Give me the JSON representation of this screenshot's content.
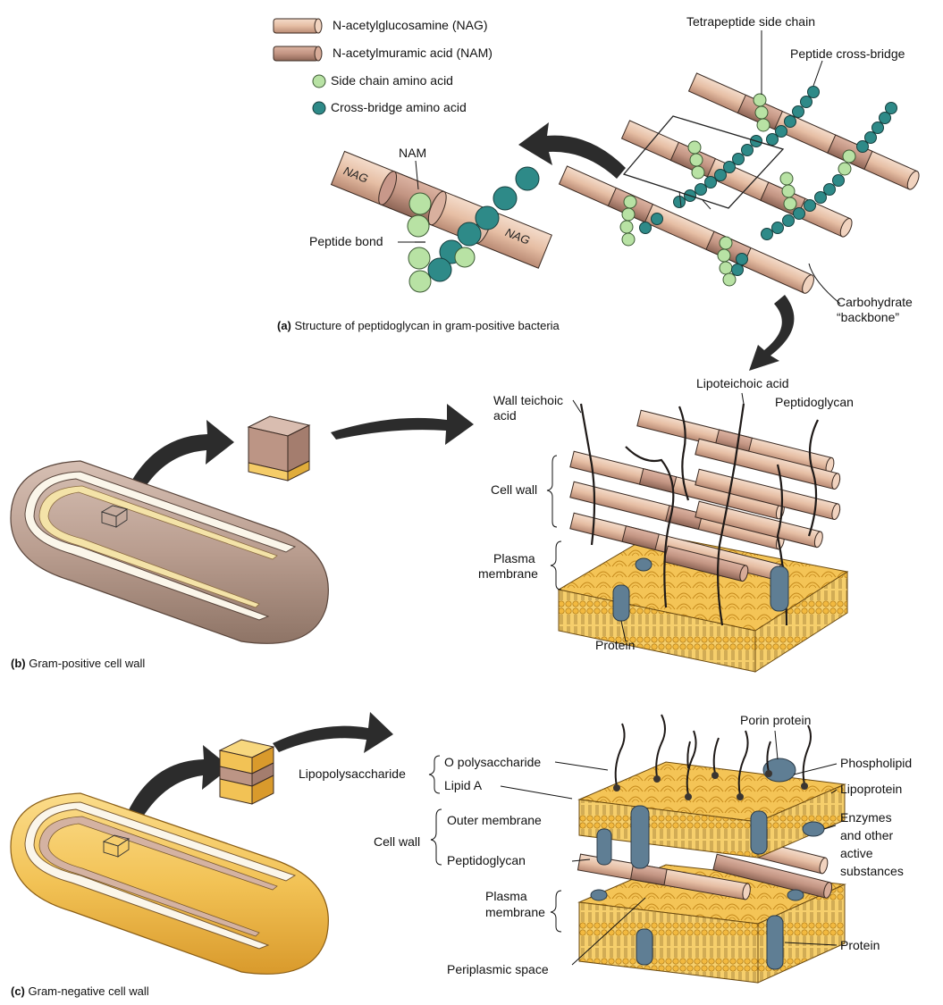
{
  "legend": {
    "nag": "N-acetylglucosamine (NAG)",
    "nam": "N-acetylmuramic acid (NAM)",
    "side_chain": "Side chain amino acid",
    "cross_bridge": "Cross-bridge amino acid"
  },
  "panel_a": {
    "tetrapeptide": "Tetrapeptide side chain",
    "cross_bridge": "Peptide cross-bridge",
    "nam": "NAM",
    "nag_left": "NAG",
    "nag_right": "NAG",
    "peptide_bond": "Peptide bond",
    "backbone_line1": "Carbohydrate",
    "backbone_line2": "“backbone”",
    "caption_letter": "(a)",
    "caption_text": "Structure of peptidoglycan in gram-positive bacteria"
  },
  "panel_b": {
    "lipoteichoic": "Lipoteichoic acid",
    "wall_teichoic_1": "Wall teichoic",
    "wall_teichoic_2": "acid",
    "peptidoglycan": "Peptidoglycan",
    "cell_wall": "Cell wall",
    "plasma_1": "Plasma",
    "plasma_2": "membrane",
    "protein": "Protein",
    "caption_letter": "(b)",
    "caption_text": "Gram-positive cell wall"
  },
  "panel_c": {
    "porin": "Porin protein",
    "o_poly": "O polysaccharide",
    "lipopolysaccharide": "Lipopolysaccharide",
    "lipid_a": "Lipid A",
    "phospholipid": "Phospholipid",
    "lipoprotein": "Lipoprotein",
    "outer_membrane": "Outer membrane",
    "cell_wall": "Cell wall",
    "enzymes_1": "Enzymes",
    "enzymes_2": "and other",
    "enzymes_3": "active",
    "enzymes_4": "substances",
    "peptidoglycan": "Peptidoglycan",
    "plasma_1": "Plasma",
    "plasma_2": "membrane",
    "protein": "Protein",
    "periplasmic": "Periplasmic space",
    "caption_letter": "(c)",
    "caption_text": "Gram-negative cell wall"
  },
  "colors": {
    "nag": "#e8c2a8",
    "nam": "#c99a86",
    "side_chain": "#b8e2a4",
    "cross_bridge": "#2e8a88",
    "membrane": "#f3c255",
    "cell_tan": "#b89a8c",
    "protein": "#5f7e94"
  }
}
